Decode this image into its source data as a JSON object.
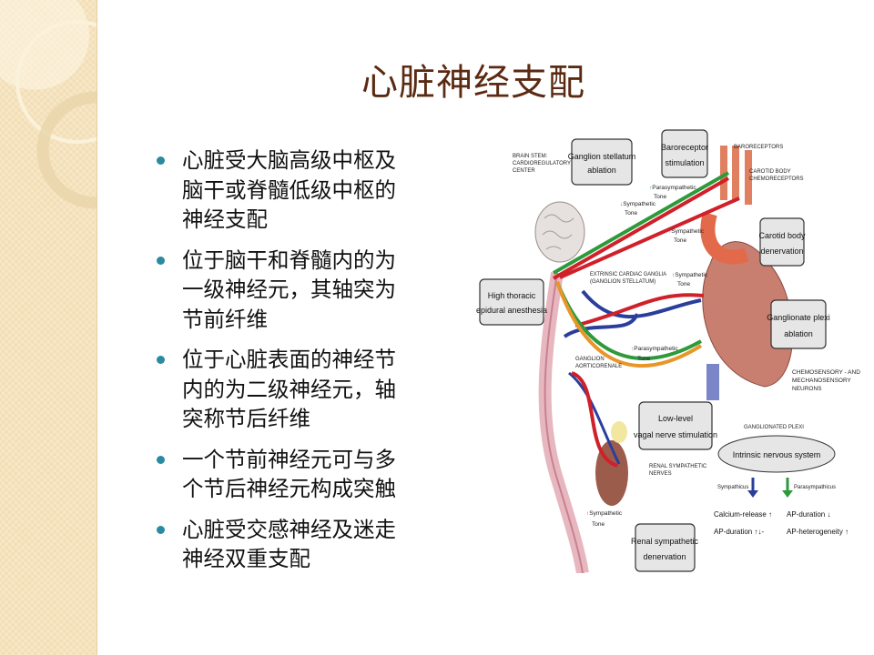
{
  "slide": {
    "title": "心脏神经支配",
    "bullets": [
      [
        "心脏受大脑高级中枢及",
        "脑干或脊髓低级中枢的",
        "神经支配"
      ],
      [
        "位于脑干和脊髓内的为",
        "一级神经元，其轴突为",
        "节前纤维"
      ],
      [
        "位于心脏表面的神经节",
        "内的为二级神经元，轴",
        "突称节后纤维"
      ],
      [
        "一个节前神经元可与多",
        "个节后神经元构成突触"
      ],
      [
        "心脏受交感神经及迷走",
        "神经双重支配"
      ]
    ]
  },
  "diagram": {
    "brain_stem": [
      "BRAIN STEM:",
      "CARDIOREGULATORY",
      "CENTER"
    ],
    "ganglion_stellatum_ablation": [
      "Ganglion stellatum",
      "ablation"
    ],
    "baroreceptor_stimulation": [
      "Baroreceptor",
      "stimulation"
    ],
    "baroreceptors": "BARORECEPTORS",
    "carotid_chemoreceptors": [
      "CAROTID BODY",
      "CHEMORECEPTORS"
    ],
    "carotid_body_denervation": [
      "Carotid body",
      "denervation"
    ],
    "high_thoracic": [
      "High thoracic",
      "epidural anesthesia"
    ],
    "ganglionate_plexi_ablation": [
      "Ganglionate plexi",
      "ablation"
    ],
    "extrinsic_ganglia": [
      "EXTRINSIC CARDIAC GANGLIA",
      "(GANGLION STELLATUM)"
    ],
    "ganglion_aorticorenale": [
      "GANGLION",
      "AORTICORENALE"
    ],
    "chemosensory": [
      "CHEMOSENSORY - AND",
      "MECHANOSENSORY",
      "NEURONS"
    ],
    "ganglionated_plexi": "GANGLIONATED PLEXI",
    "low_level_vagal": [
      "Low-level",
      "vagal nerve stimulation"
    ],
    "renal_nerves": [
      "RENAL SYMPATHETIC",
      "NERVES"
    ],
    "renal_denervation": [
      "Renal sympathetic",
      "denervation"
    ],
    "intrinsic": "Intrinsic nervous system",
    "sympathicus": "Sympathicus",
    "parasympathicus": "Parasympathicus",
    "effects": [
      "Calcium-release ↑",
      "AP-duration ↓",
      "AP-duration ↑↓-",
      "AP-heterogeneity ↑"
    ],
    "tones": {
      "symp_down": [
        "Sympathetic",
        "Tone"
      ],
      "para_up": [
        "Parasympathetic",
        "Tone"
      ],
      "symp_up1": [
        "Sympathetic",
        "Tone"
      ],
      "symp_up2": [
        "Sympathetic",
        "Tone"
      ],
      "para_up2": [
        "Parasympathetic",
        "Tone"
      ],
      "symp_up3": [
        "Sympathetic",
        "Tone"
      ]
    },
    "colors": {
      "sympathetic": "#d0202a",
      "parasympathetic": "#2e9a3a",
      "efferent": "#2a3e9c",
      "vagal": "#e8962a"
    }
  }
}
